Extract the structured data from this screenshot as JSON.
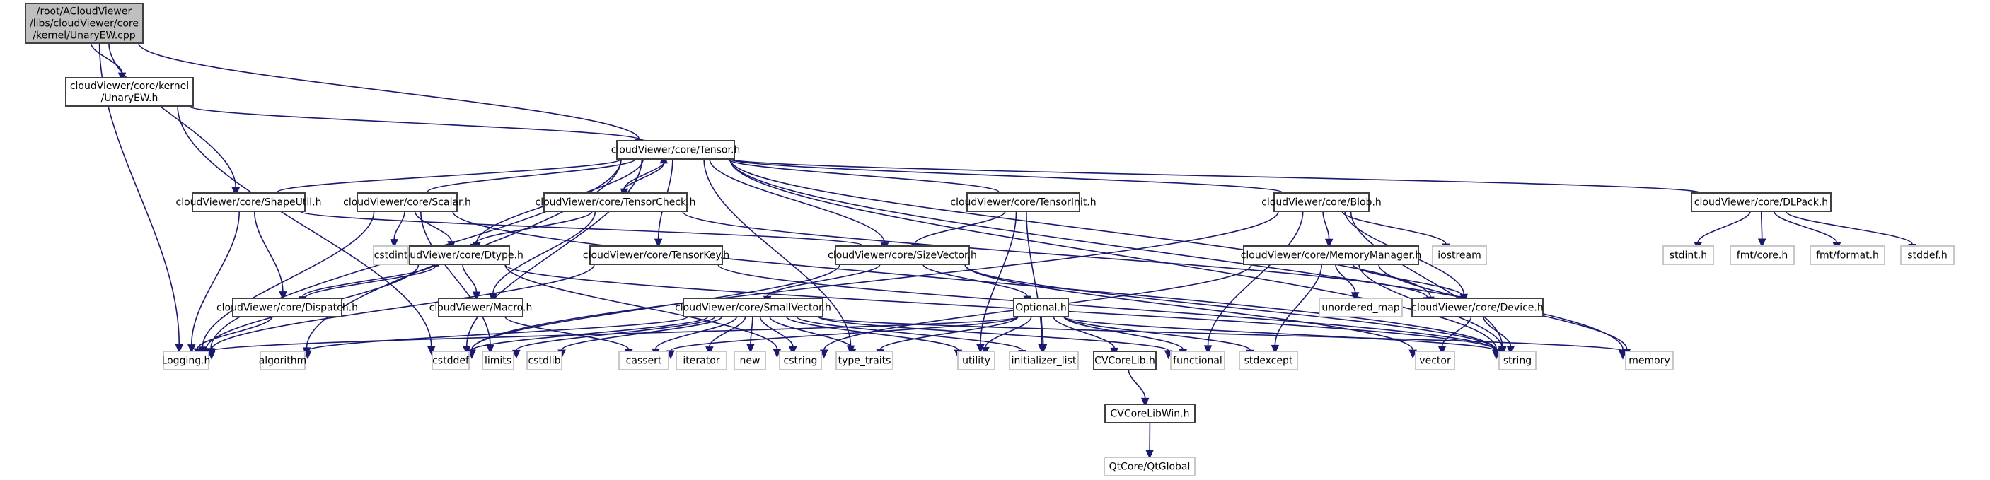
{
  "title": "Include dependency graph for UnaryEW.cpp",
  "colors": {
    "edge": "#191970",
    "root_fill": "#bfbfbf",
    "node_border": "#404040",
    "external_border": "#c8c8c8"
  },
  "nodes": [
    {
      "id": "root",
      "lines": [
        "/root/ACloudViewer",
        "/libs/cloudViewer/core",
        "/kernel/UnaryEW.cpp"
      ],
      "kind": "root"
    },
    {
      "id": "unaryew_h",
      "lines": [
        "cloudViewer/core/kernel",
        "/UnaryEW.h"
      ],
      "kind": "internal"
    },
    {
      "id": "tensor",
      "lines": [
        "cloudViewer/core/Tensor.h"
      ],
      "kind": "internal"
    },
    {
      "id": "shapeutil",
      "lines": [
        "cloudViewer/core/ShapeUtil.h"
      ],
      "kind": "internal"
    },
    {
      "id": "scalar",
      "lines": [
        "cloudViewer/core/Scalar.h"
      ],
      "kind": "internal"
    },
    {
      "id": "tensorcheck",
      "lines": [
        "cloudViewer/core/TensorCheck.h"
      ],
      "kind": "internal"
    },
    {
      "id": "tensorinit",
      "lines": [
        "cloudViewer/core/TensorInit.h"
      ],
      "kind": "internal"
    },
    {
      "id": "blob",
      "lines": [
        "cloudViewer/core/Blob.h"
      ],
      "kind": "internal"
    },
    {
      "id": "dlpack",
      "lines": [
        "cloudViewer/core/DLPack.h"
      ],
      "kind": "internal"
    },
    {
      "id": "dtype",
      "lines": [
        "cloudViewer/core/Dtype.h"
      ],
      "kind": "internal"
    },
    {
      "id": "tensorkey",
      "lines": [
        "cloudViewer/core/TensorKey.h"
      ],
      "kind": "internal"
    },
    {
      "id": "sizevector",
      "lines": [
        "cloudViewer/core/SizeVector.h"
      ],
      "kind": "internal"
    },
    {
      "id": "memorymanager",
      "lines": [
        "cloudViewer/core/MemoryManager.h"
      ],
      "kind": "internal"
    },
    {
      "id": "dispatch",
      "lines": [
        "cloudViewer/core/Dispatch.h"
      ],
      "kind": "internal"
    },
    {
      "id": "macro",
      "lines": [
        "cloudViewer/Macro.h"
      ],
      "kind": "internal"
    },
    {
      "id": "smallvector",
      "lines": [
        "cloudViewer/core/SmallVector.h"
      ],
      "kind": "internal"
    },
    {
      "id": "optional",
      "lines": [
        "Optional.h"
      ],
      "kind": "internal"
    },
    {
      "id": "device",
      "lines": [
        "cloudViewer/core/Device.h"
      ],
      "kind": "internal"
    },
    {
      "id": "cvcorelib",
      "lines": [
        "CVCoreLib.h"
      ],
      "kind": "internal"
    },
    {
      "id": "cvcorelibwin",
      "lines": [
        "CVCoreLibWin.h"
      ],
      "kind": "internal"
    },
    {
      "id": "cstdint",
      "lines": [
        "cstdint"
      ],
      "kind": "external"
    },
    {
      "id": "iostream",
      "lines": [
        "iostream"
      ],
      "kind": "external"
    },
    {
      "id": "stdint_h",
      "lines": [
        "stdint.h"
      ],
      "kind": "external"
    },
    {
      "id": "fmt_core",
      "lines": [
        "fmt/core.h"
      ],
      "kind": "external"
    },
    {
      "id": "fmt_format",
      "lines": [
        "fmt/format.h"
      ],
      "kind": "external"
    },
    {
      "id": "stddef_h",
      "lines": [
        "stddef.h"
      ],
      "kind": "external"
    },
    {
      "id": "unordered_map",
      "lines": [
        "unordered_map"
      ],
      "kind": "external"
    },
    {
      "id": "logging",
      "lines": [
        "Logging.h"
      ],
      "kind": "external"
    },
    {
      "id": "algorithm",
      "lines": [
        "algorithm"
      ],
      "kind": "external"
    },
    {
      "id": "cstddef",
      "lines": [
        "cstddef"
      ],
      "kind": "external"
    },
    {
      "id": "limits",
      "lines": [
        "limits"
      ],
      "kind": "external"
    },
    {
      "id": "cstdlib",
      "lines": [
        "cstdlib"
      ],
      "kind": "external"
    },
    {
      "id": "cassert",
      "lines": [
        "cassert"
      ],
      "kind": "external"
    },
    {
      "id": "iterator",
      "lines": [
        "iterator"
      ],
      "kind": "external"
    },
    {
      "id": "new",
      "lines": [
        "new"
      ],
      "kind": "external"
    },
    {
      "id": "cstring",
      "lines": [
        "cstring"
      ],
      "kind": "external"
    },
    {
      "id": "type_traits",
      "lines": [
        "type_traits"
      ],
      "kind": "external"
    },
    {
      "id": "utility",
      "lines": [
        "utility"
      ],
      "kind": "external"
    },
    {
      "id": "initializer_list",
      "lines": [
        "initializer_list"
      ],
      "kind": "external"
    },
    {
      "id": "functional",
      "lines": [
        "functional"
      ],
      "kind": "external"
    },
    {
      "id": "stdexcept",
      "lines": [
        "stdexcept"
      ],
      "kind": "external"
    },
    {
      "id": "vector",
      "lines": [
        "vector"
      ],
      "kind": "external"
    },
    {
      "id": "string",
      "lines": [
        "string"
      ],
      "kind": "external"
    },
    {
      "id": "memory",
      "lines": [
        "memory"
      ],
      "kind": "external"
    },
    {
      "id": "qtglobal",
      "lines": [
        "QtCore/QtGlobal"
      ],
      "kind": "external"
    }
  ],
  "edges": [
    [
      "root",
      "unaryew_h"
    ],
    [
      "root",
      "tensor"
    ],
    [
      "root",
      "shapeutil"
    ],
    [
      "root",
      "logging"
    ],
    [
      "unaryew_h",
      "tensor"
    ],
    [
      "unaryew_h",
      "cstddef"
    ],
    [
      "tensor",
      "shapeutil"
    ],
    [
      "tensor",
      "scalar"
    ],
    [
      "tensor",
      "tensorcheck"
    ],
    [
      "tensor",
      "tensorinit"
    ],
    [
      "tensor",
      "blob"
    ],
    [
      "tensor",
      "dlpack"
    ],
    [
      "tensor",
      "dtype"
    ],
    [
      "tensor",
      "tensorkey"
    ],
    [
      "tensor",
      "sizevector"
    ],
    [
      "tensor",
      "device"
    ],
    [
      "tensor",
      "logging"
    ],
    [
      "tensor",
      "algorithm"
    ],
    [
      "tensor",
      "cstddef"
    ],
    [
      "tensor",
      "type_traits"
    ],
    [
      "tensor",
      "string"
    ],
    [
      "tensor",
      "memory"
    ],
    [
      "tensorcheck",
      "tensor"
    ],
    [
      "tensorcheck",
      "dtype"
    ],
    [
      "tensorcheck",
      "macro"
    ],
    [
      "tensorcheck",
      "device"
    ],
    [
      "shapeutil",
      "sizevector"
    ],
    [
      "shapeutil",
      "dispatch"
    ],
    [
      "shapeutil",
      "logging"
    ],
    [
      "scalar",
      "dtype"
    ],
    [
      "scalar",
      "cstdint"
    ],
    [
      "scalar",
      "logging"
    ],
    [
      "scalar",
      "limits"
    ],
    [
      "scalar",
      "string"
    ],
    [
      "tensorinit",
      "sizevector"
    ],
    [
      "tensorinit",
      "utility"
    ],
    [
      "tensorinit",
      "initializer_list"
    ],
    [
      "blob",
      "memorymanager"
    ],
    [
      "blob",
      "iostream"
    ],
    [
      "blob",
      "device"
    ],
    [
      "blob",
      "functional"
    ],
    [
      "blob",
      "string"
    ],
    [
      "blob",
      "cstddef"
    ],
    [
      "dlpack",
      "stdint_h"
    ],
    [
      "dlpack",
      "fmt_core"
    ],
    [
      "dlpack",
      "fmt_format"
    ],
    [
      "dlpack",
      "stddef_h"
    ],
    [
      "dtype",
      "dispatch"
    ],
    [
      "dtype",
      "macro"
    ],
    [
      "dtype",
      "logging"
    ],
    [
      "dtype",
      "cstring"
    ],
    [
      "dtype",
      "string"
    ],
    [
      "dispatch",
      "dtype"
    ],
    [
      "dispatch",
      "logging"
    ],
    [
      "macro",
      "cassert"
    ],
    [
      "tensorkey",
      "logging"
    ],
    [
      "tensorkey",
      "string"
    ],
    [
      "sizevector",
      "smallvector"
    ],
    [
      "sizevector",
      "optional"
    ],
    [
      "sizevector",
      "cstddef"
    ],
    [
      "sizevector",
      "vector"
    ],
    [
      "sizevector",
      "string"
    ],
    [
      "memorymanager",
      "device"
    ],
    [
      "memorymanager",
      "unordered_map"
    ],
    [
      "memorymanager",
      "stdexcept"
    ],
    [
      "memorymanager",
      "cstring"
    ],
    [
      "memorymanager",
      "memory"
    ],
    [
      "memorymanager",
      "string"
    ],
    [
      "smallvector",
      "algorithm"
    ],
    [
      "smallvector",
      "cstddef"
    ],
    [
      "smallvector",
      "limits"
    ],
    [
      "smallvector",
      "cstdlib"
    ],
    [
      "smallvector",
      "cassert"
    ],
    [
      "smallvector",
      "iterator"
    ],
    [
      "smallvector",
      "new"
    ],
    [
      "smallvector",
      "cstring"
    ],
    [
      "smallvector",
      "type_traits"
    ],
    [
      "smallvector",
      "utility"
    ],
    [
      "smallvector",
      "initializer_list"
    ],
    [
      "smallvector",
      "functional"
    ],
    [
      "smallvector",
      "memory"
    ],
    [
      "optional",
      "cassert"
    ],
    [
      "optional",
      "utility"
    ],
    [
      "optional",
      "initializer_list"
    ],
    [
      "optional",
      "cvcorelib"
    ],
    [
      "optional",
      "functional"
    ],
    [
      "optional",
      "stdexcept"
    ],
    [
      "optional",
      "type_traits"
    ],
    [
      "optional",
      "string"
    ],
    [
      "optional",
      "logging"
    ],
    [
      "device",
      "vector"
    ],
    [
      "device",
      "string"
    ],
    [
      "cvcorelib",
      "cvcorelibwin"
    ],
    [
      "cvcorelibwin",
      "qtglobal"
    ]
  ]
}
